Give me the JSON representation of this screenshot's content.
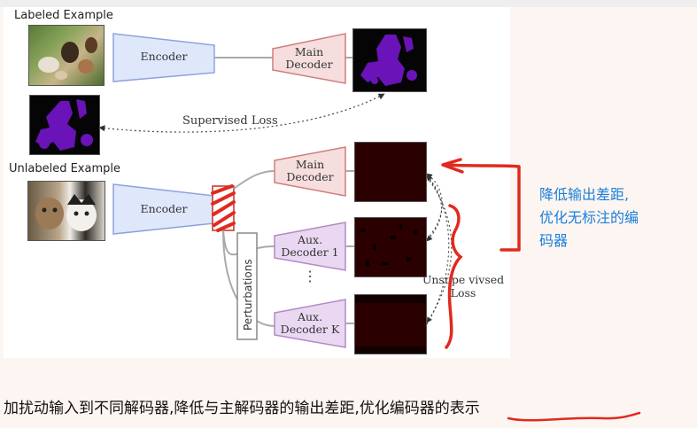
{
  "figure": {
    "labeled_example": "Labeled Example",
    "unlabeled_example": "Unlabeled Example",
    "encoder_top": "Encoder",
    "encoder_bottom": "Encoder",
    "main_decoder_top": [
      "Main",
      "Decoder"
    ],
    "main_decoder_bottom": [
      "Main",
      "Decoder"
    ],
    "aux_decoder_1": [
      "Aux.",
      "Decoder 1"
    ],
    "aux_decoder_k": [
      "Aux.",
      "Decoder K"
    ],
    "dots": "⋮",
    "perturbations": "Perturbations",
    "supervised_loss": "Supervised Loss",
    "unsupervised_loss": [
      "Unsupe vivsed",
      "Loss"
    ]
  },
  "annotation": {
    "side_note": [
      "降低输出差距,",
      "优化无标注的编",
      "码器"
    ],
    "caption": "加扰动输入到不同解码器,降低与主解码器的输出差距,优化编码器的表示",
    "colors": {
      "handwriting": "#e02a1e",
      "note_text": "#1a7fdc"
    }
  },
  "colors": {
    "encoder_fill": "#dfe7fb",
    "encoder_stroke": "#8aa3dd",
    "main_decoder_fill": "#f6dede",
    "main_decoder_stroke": "#cf7e7e",
    "aux_decoder_fill": "#ead8f2",
    "aux_decoder_stroke": "#b38ac4",
    "mask_purple": "#6a13b8",
    "pred_red": "#2a0000"
  }
}
